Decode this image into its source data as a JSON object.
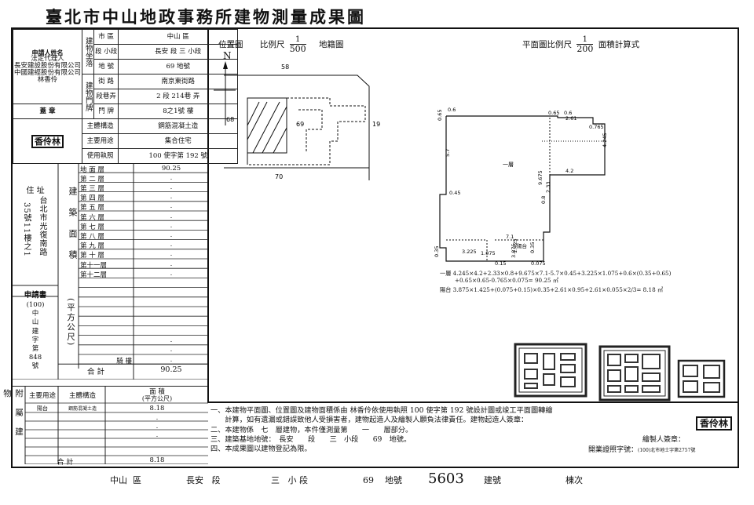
{
  "title": "臺北市中山地政事務所建物測量成果圖",
  "left": {
    "applicant_label": "申請人姓名",
    "applicant_lines": [
      "法定代理人",
      "長安建設股份有限公司",
      "中國建經股份有限公司",
      "林香伶"
    ],
    "location_label": "建物坐落",
    "district_label": "市 區",
    "district_value": "中山 區",
    "section_label": "段 小段",
    "section_value": "長安 段 三 小段",
    "lot_label": "地 號",
    "lot_value": "69 地號",
    "building_address_label": "建物門牌",
    "street_label": "街 路",
    "street_value": "南京東街路",
    "lane_label": "段巷弄",
    "lane_value": "2 段 214巷 弄",
    "number_label": "門 牌",
    "number_value": "8之1號 樓",
    "seal_label": "蓋 章",
    "seal_text": "香伶林",
    "structure_label": "主體構造",
    "structure_value": "鋼筋混凝土造",
    "usage_label": "主要用途",
    "usage_value": "集合住宅",
    "permit_label": "使用執照",
    "permit_value": "100 使字第 192 號",
    "floor_area_label": "建築面積",
    "unit_label": "(平方公尺)",
    "floors": [
      {
        "name": "地 面 層",
        "value": "90.25"
      },
      {
        "name": "第 二 層",
        "value": "."
      },
      {
        "name": "第 三 層",
        "value": "."
      },
      {
        "name": "第 四 層",
        "value": "."
      },
      {
        "name": "第 五 層",
        "value": "."
      },
      {
        "name": "第 六 層",
        "value": "."
      },
      {
        "name": "第 七 層",
        "value": "."
      },
      {
        "name": "第 八 層",
        "value": "."
      },
      {
        "name": "第 九 層",
        "value": "."
      },
      {
        "name": "第 十 層",
        "value": "."
      },
      {
        "name": "第十一層",
        "value": "."
      },
      {
        "name": "第十二層",
        "value": "."
      },
      {
        "name": "",
        "value": ""
      },
      {
        "name": "",
        "value": ""
      },
      {
        "name": "",
        "value": ""
      },
      {
        "name": "",
        "value": ""
      },
      {
        "name": "",
        "value": ""
      },
      {
        "name": "",
        "value": ""
      },
      {
        "name": "",
        "value": "."
      },
      {
        "name": "",
        "value": "."
      },
      {
        "name": "騎 樓",
        "value": "."
      }
    ],
    "total_label": "合 計",
    "total_value": "90.25",
    "address_label": "住 址",
    "address_lines": [
      "台北市光復南路",
      "35號11樓之1"
    ],
    "address_col1": "台北市光復南路",
    "address_col0": "35號11樓之1",
    "application_label": "申請書",
    "application_lines": [
      "(100)",
      "中",
      "山",
      "建",
      "字",
      "第",
      "848",
      "號"
    ],
    "annex_label": "附屬建物",
    "annex_headers": [
      "主要用途",
      "主體構造",
      "面 積",
      "(平方公尺)"
    ],
    "annex_rows": [
      {
        "use": "陽台",
        "struct": "鋼筋混凝土造",
        "area": "8.18"
      },
      {
        "use": "",
        "struct": "",
        "area": "."
      },
      {
        "use": "",
        "struct": "",
        "area": "."
      },
      {
        "use": "",
        "struct": "",
        "area": "."
      }
    ],
    "annex_total_label": "合 計",
    "annex_total_value": "8.18"
  },
  "location_map": {
    "label": "位置圖",
    "scale_label": "比例尺",
    "scale_num": "1",
    "scale_den": "500",
    "cadastral_label": "地籍圖",
    "north": "N",
    "dims": [
      "58",
      "68",
      "19",
      "70",
      "69"
    ]
  },
  "floor_plan": {
    "label": "平面圖比例尺",
    "scale_num": "1",
    "scale_den": "200",
    "calc_label": "面積計算式",
    "room_label": "一層",
    "balcony_label": "陽台",
    "dims": [
      "0.6",
      "0.65",
      "5.7",
      "0.45",
      "0.65",
      "0.6",
      "2.61",
      "0.765",
      "4.245",
      "4.2",
      "9.675",
      "2.33",
      "0.8",
      "7.1",
      "1.425",
      "0.35",
      "0.15",
      "0.075",
      "3.225",
      "1.075",
      "3.875",
      "0.35"
    ],
    "calc_lines": [
      "一層 4.245×4.2+2.33×0.8+9.675×7.1-5.7×0.45+3.225×1.075+0.6×(0.35+0.65)",
      "+0.65×0.65-0.765×0.075=  90.25  ㎡",
      "陽台 3.875×1.425+(0.075+0.15)×0.35+2.61×0.95+2.61×0.055×2/3=  8.18  ㎡"
    ]
  },
  "notes": [
    "一、本建物平面圖、位置圖及建物面積係由 林香伶依使用執照 100 使字第 192 號設計圖或竣工平面圖轉繪",
    "　　計算，如有遺漏或錯誤致他人受損害者，建物起造人及繪製人願負法律責任。建物起造人簽章：",
    "二、本建物係　七　層建物，本件僅測量第　　一　　層部分。",
    "三、建築基地地號：　長安　　段　　三　小段　　69　地號。",
    "四、本成果圖以建物登記為限。"
  ],
  "sign_drawer": "繪製人簽章：",
  "sign_license": "開業證照字號：",
  "sign_license_no": "(100)北市地士字第2757號",
  "footer": {
    "district": "中山",
    "district_suffix": "區",
    "section": "長安",
    "section_suffix": "段",
    "subsection": "三",
    "subsection_suffix": "小 段",
    "lot": "69",
    "lot_suffix": "地號",
    "building_no": "5603",
    "building_suffix": "建號",
    "unit_suffix": "棟次"
  }
}
